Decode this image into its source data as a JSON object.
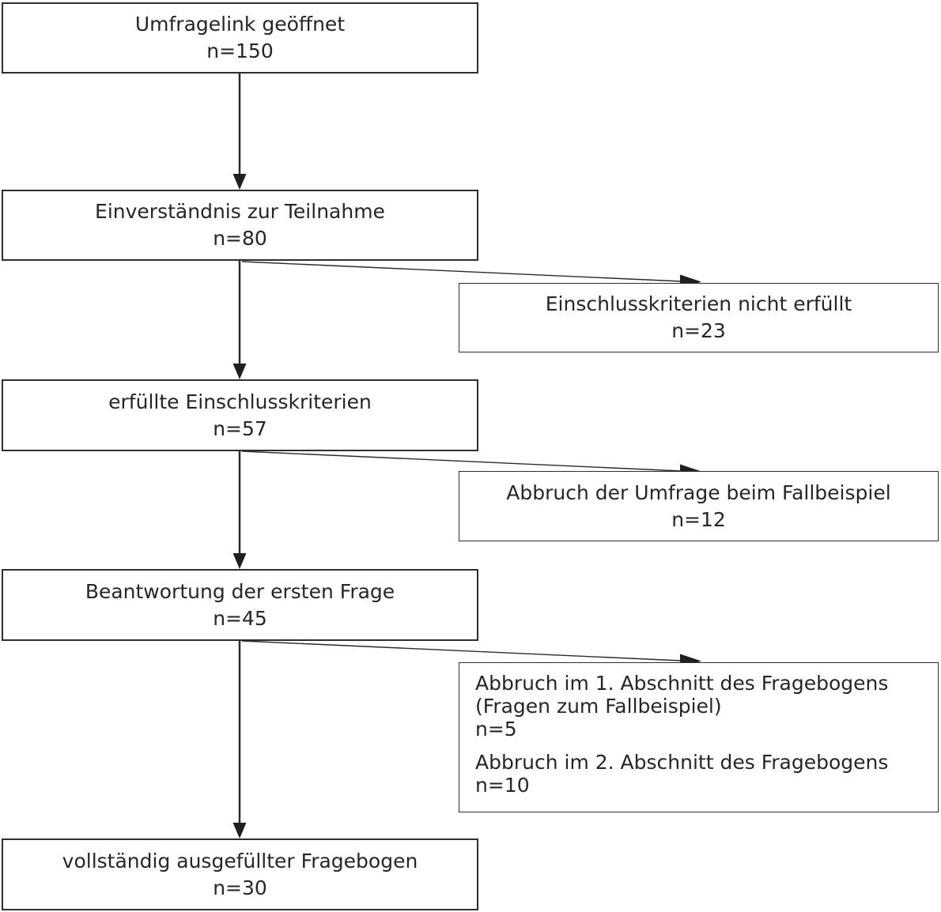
{
  "diagram_type": "flowchart",
  "language": "de",
  "colors": {
    "background": "#ffffff",
    "line": "#2b2b2b",
    "border": "#2e2e2e",
    "text": "#262626"
  },
  "flow_nodes": [
    {
      "id": "link-opened",
      "label": "Umfragelink geöffnet",
      "count": "n=150"
    },
    {
      "id": "consent",
      "label": "Einverständnis zur Teilnahme",
      "count": "n=80"
    },
    {
      "id": "criteria-met",
      "label": "erfüllte Einschlusskriterien",
      "count": "n=57"
    },
    {
      "id": "first-question",
      "label": "Beantwortung der ersten Frage",
      "count": "n=45"
    },
    {
      "id": "completed",
      "label": "vollständig ausgefüllter Fragebogen",
      "count": "n=30"
    }
  ],
  "exclusion_nodes": [
    {
      "id": "criteria-not-met",
      "label": "Einschlusskriterien nicht erfüllt",
      "count": "n=23"
    },
    {
      "id": "dropout-case",
      "label": "Abbruch der Umfrage beim Fallbeispiel",
      "count": "n=12"
    },
    {
      "id": "dropout-sections",
      "entries": [
        {
          "label": "Abbruch im 1. Abschnitt des Fragebogens",
          "sublabel": "(Fragen zum Fallbeispiel)",
          "count": "n=5"
        },
        {
          "label": "Abbruch im 2. Abschnitt des Fragebogens",
          "count": "n=10"
        }
      ]
    }
  ]
}
